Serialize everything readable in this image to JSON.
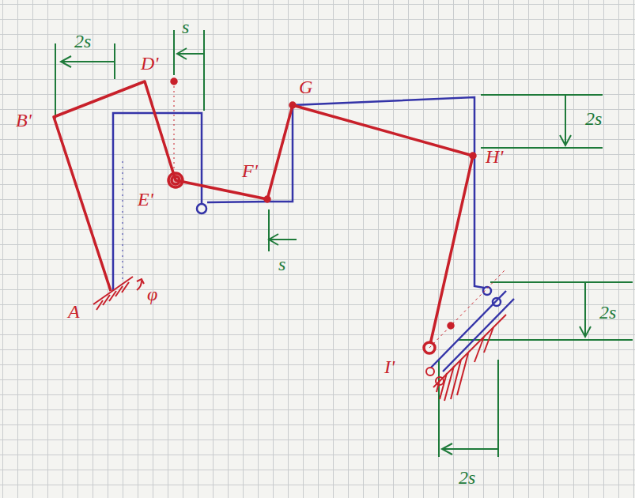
{
  "diagram": {
    "labels": [
      "2s",
      "s",
      "D'",
      "B'",
      "G",
      "2s",
      "E'",
      "F'",
      "s",
      "H'",
      "2s",
      "A",
      "φ",
      "I'",
      "2s"
    ]
  }
}
